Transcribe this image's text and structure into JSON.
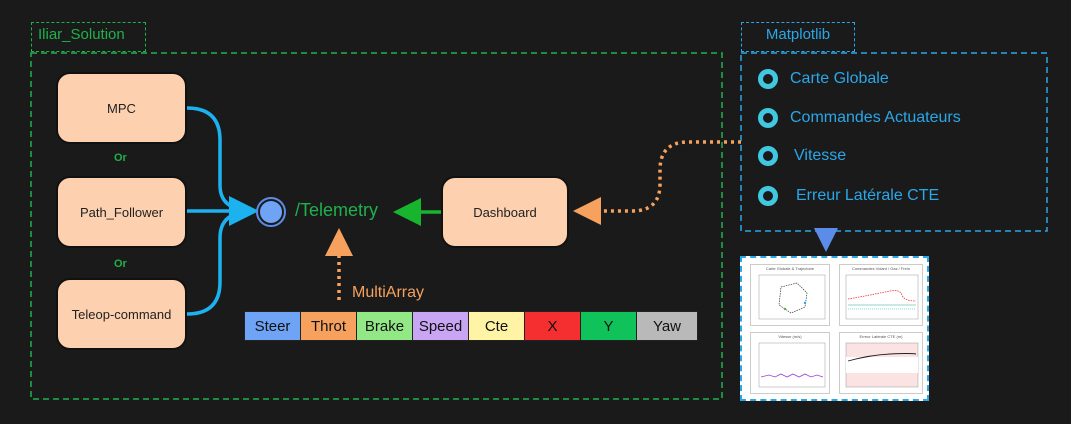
{
  "groups": {
    "iliar": {
      "label": "Iliar_Solution",
      "color": "#1fb14a"
    },
    "matplotlib": {
      "label": "Matplotlib",
      "color": "#2aa7e8"
    }
  },
  "nodes": {
    "mpc": "MPC",
    "path_follower": "Path_Follower",
    "teleop": "Teleop-command",
    "dashboard": "Dashboard"
  },
  "or_labels": [
    "Or",
    "Or"
  ],
  "topic": {
    "label": "/Telemetry",
    "color": "#1fb14a"
  },
  "multiarray": {
    "label": "MultiArray",
    "cells": [
      {
        "label": "Steer",
        "color": "#6fa3f5"
      },
      {
        "label": "Throt",
        "color": "#f6a15e"
      },
      {
        "label": "Brake",
        "color": "#93e886"
      },
      {
        "label": "Speed",
        "color": "#c9a6f4"
      },
      {
        "label": "Cte",
        "color": "#fff3a6"
      },
      {
        "label": "X",
        "color": "#f52f2f"
      },
      {
        "label": "Y",
        "color": "#10c25a"
      },
      {
        "label": "Yaw",
        "color": "#b9b9b9"
      }
    ]
  },
  "matplotlib_items": [
    "Carte Globale",
    "Commandes Actuateurs",
    "Vitesse",
    "Erreur Latérale CTE"
  ],
  "plots": [
    {
      "title": "Carte Globale & Trajectoire"
    },
    {
      "title": "Commandes Volant / Gaz / Frein"
    },
    {
      "title": "Vitesse (m/s)"
    },
    {
      "title": "Erreur Latérale CTE (m)"
    }
  ],
  "colors": {
    "arrow_blue": "#1cb2f0",
    "arrow_orange": "#f6a15e",
    "arrow_green": "#17b42d",
    "node_fill": "#fdd0b0"
  }
}
